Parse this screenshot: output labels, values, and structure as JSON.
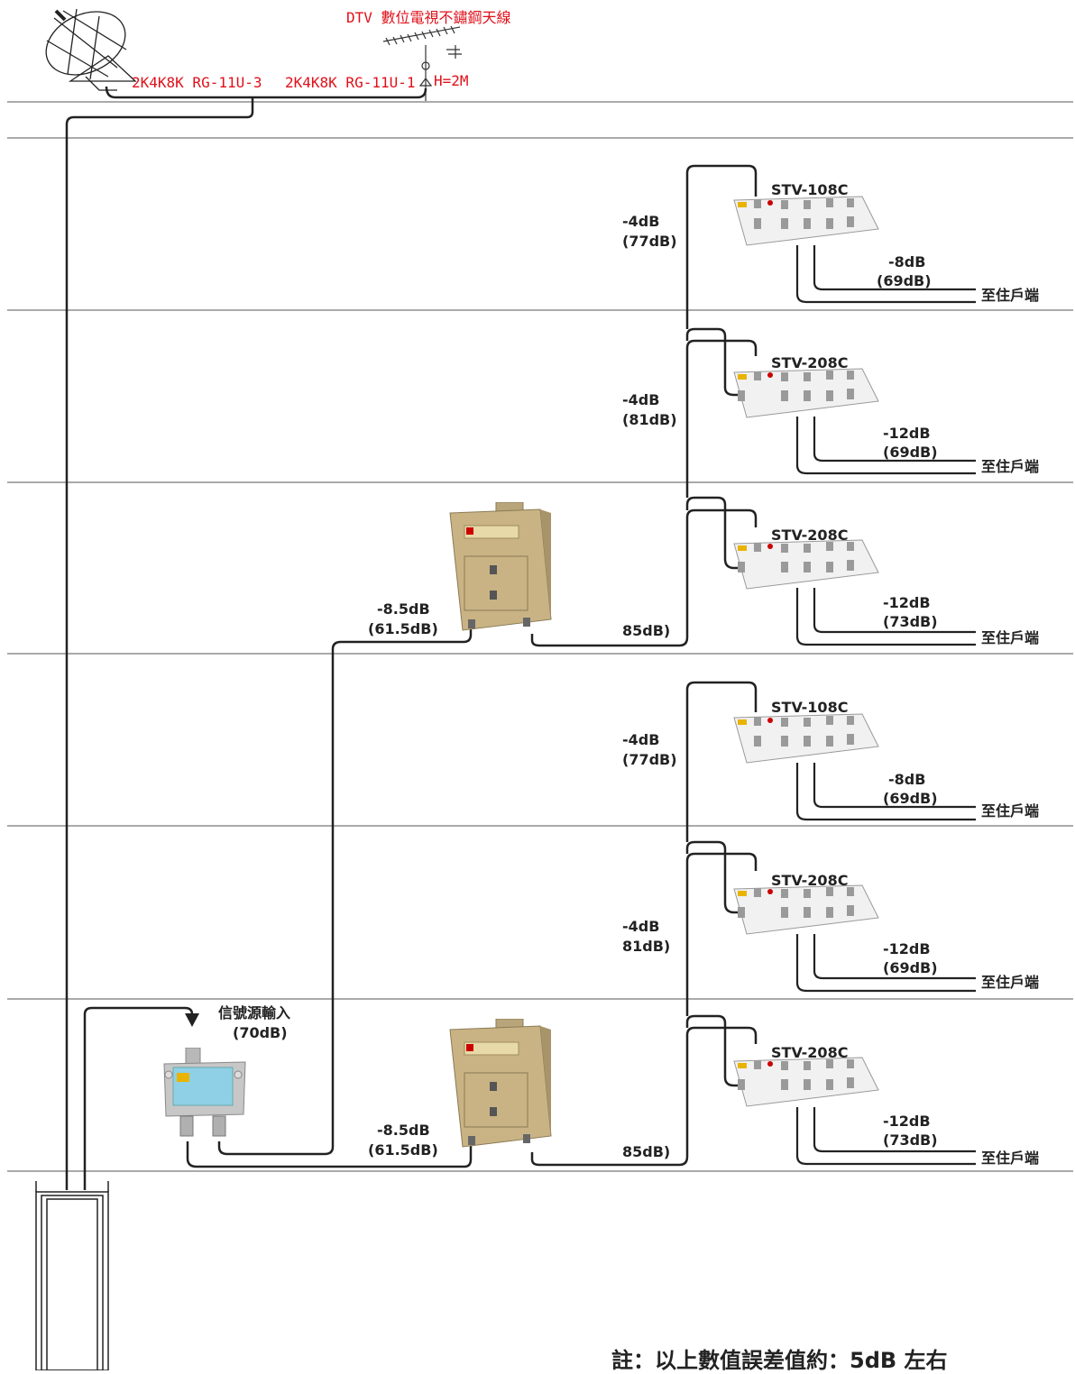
{
  "antenna": {
    "dtv_title": "DTV 數位電視不鏽鋼天線",
    "cable_left": "2K4K8K RG-11U-3",
    "cable_right": "2K4K8K RG-11U-1",
    "height": "H=2M"
  },
  "floors": [
    {
      "device": "STV-108C",
      "in_loss": "-4dB",
      "in_level": "(77dB)",
      "out_loss": "-8dB",
      "out_level": "(69dB)",
      "dest": "至住戶端"
    },
    {
      "device": "STV-208C",
      "in_loss": "-4dB",
      "in_level": "(81dB)",
      "out_loss": "-12dB",
      "out_level": "(69dB)",
      "dest": "至住戶端"
    },
    {
      "device": "STV-208C",
      "amp_in_loss": "-8.5dB",
      "amp_in_level": "(61.5dB)",
      "amp_out": "85dB)",
      "out_loss": "-12dB",
      "out_level": "(73dB)",
      "dest": "至住戶端"
    },
    {
      "device": "STV-108C",
      "in_loss": "-4dB",
      "in_level": "(77dB)",
      "out_loss": "-8dB",
      "out_level": "(69dB)",
      "dest": "至住戶端"
    },
    {
      "device": "STV-208C",
      "in_loss": "-4dB",
      "in_level": "81dB)",
      "out_loss": "-12dB",
      "out_level": "(69dB)",
      "dest": "至住戶端"
    },
    {
      "device": "STV-208C",
      "amp_in_loss": "-8.5dB",
      "amp_in_level": "(61.5dB)",
      "amp_out": "85dB)",
      "out_loss": "-12dB",
      "out_level": "(73dB)",
      "dest": "至住戶端"
    }
  ],
  "source": {
    "title": "信號源輸入",
    "level": "(70dB)"
  },
  "note": "註：以上數值誤差值約：5dB 左右",
  "colors": {
    "line": "#222222",
    "annotation_red": "#e0101a",
    "panel_gold": "#c9b384",
    "splitter_blue": "#8fd0e6"
  }
}
